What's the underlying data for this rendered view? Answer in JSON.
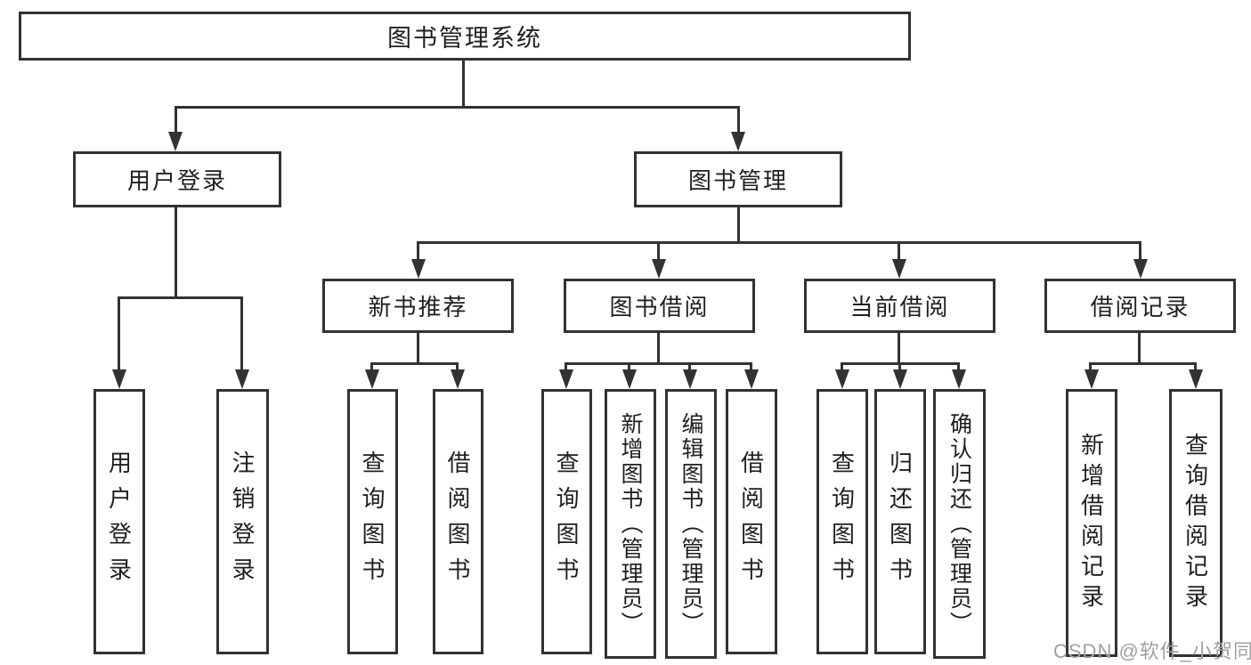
{
  "title": {
    "label": "图书管理系统"
  },
  "level2": [
    {
      "label": "用户登录"
    },
    {
      "label": "图书管理"
    }
  ],
  "level3": [
    {
      "label": "新书推荐"
    },
    {
      "label": "图书借阅"
    },
    {
      "label": "当前借阅"
    },
    {
      "label": "借阅记录"
    }
  ],
  "leaves": [
    {
      "label": "用户登录"
    },
    {
      "label": "注销登录"
    },
    {
      "label": "查询图书"
    },
    {
      "label": "借阅图书"
    },
    {
      "label": "查询图书"
    },
    {
      "label": "新增图书（管理员）"
    },
    {
      "label": "编辑图书（管理员）"
    },
    {
      "label": "借阅图书"
    },
    {
      "label": "查询图书"
    },
    {
      "label": "归还图书"
    },
    {
      "label": "确认归还（管理员）"
    },
    {
      "label": "新增借阅记录"
    },
    {
      "label": "查询借阅记录"
    }
  ],
  "watermark": {
    "label": "CSDN @软件_小贺同学"
  },
  "colors": {
    "line": "#323232",
    "text": "#1f1f1f",
    "background": "#ffffff",
    "watermark": "#a0a0a0"
  }
}
